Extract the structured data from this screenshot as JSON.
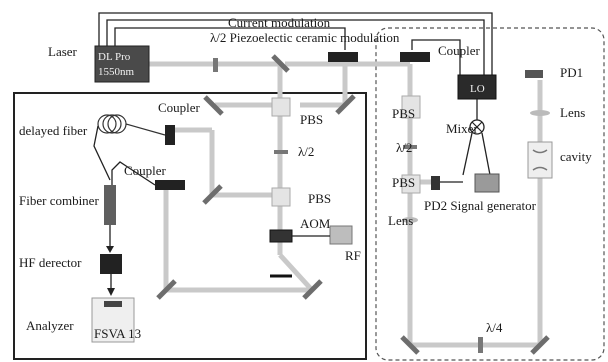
{
  "labels": {
    "current_modulation": "Current modulation",
    "piezo_modulation": "λ/2  Piezoelectic ceramic modulation",
    "laser": "Laser",
    "dl_pro_line1": "DL Pro",
    "dl_pro_line2": "1550nm",
    "coupler_top": "Coupler",
    "pd1": "PD1",
    "lock_line1": "LO",
    "lens_right": "Lens",
    "cavity": "cavity",
    "mixer": "Mixer",
    "pbs_right1": "PBS",
    "half_wave_right": "λ/2",
    "pbs_right2": "PBS",
    "lens_mid": "Lens",
    "pd2_signal_gen": "PD2 Signal generator",
    "quarter_wave": "λ/4",
    "pbs_center1": "PBS",
    "half_wave_center": "λ/2",
    "pbs_center2": "PBS",
    "aom": "AOM",
    "rf": "RF",
    "coupler_left": "Coupler",
    "delayed_fiber": "delayed fiber",
    "coupler_left2": "Coupler",
    "fiber_combiner": "Fiber combiner",
    "hf_detector": "HF derector",
    "analyzer": "Analyzer",
    "fsva": "FSVA 13"
  }
}
